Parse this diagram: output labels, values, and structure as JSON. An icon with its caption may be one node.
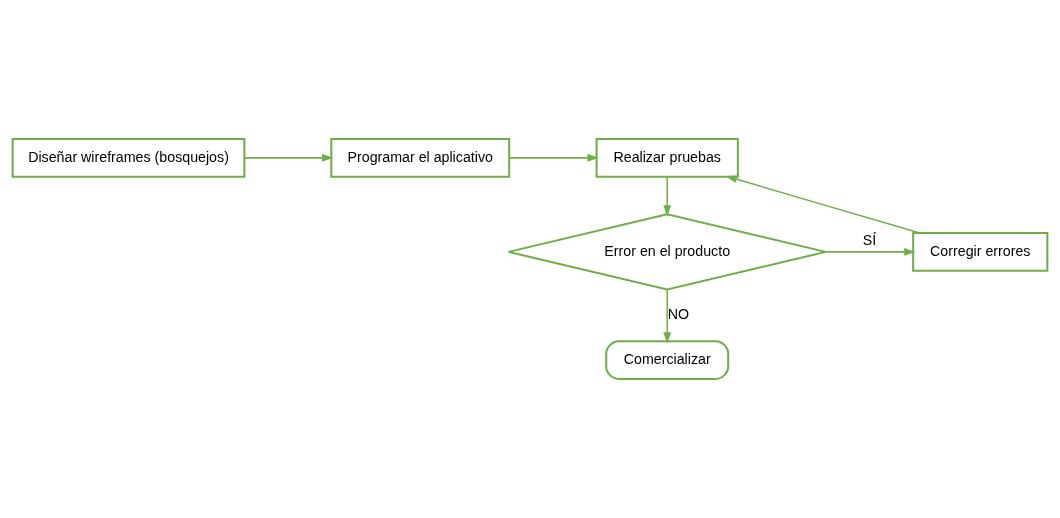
{
  "diagram": {
    "nodes": [
      {
        "text": [
          "Diseñar wireframes (bosquejos)"
        ]
      },
      {
        "text": [
          "Programar el aplicativo"
        ]
      },
      {
        "text": [
          "Realizar pruebas"
        ]
      },
      {
        "text": [
          "Error en el producto"
        ]
      },
      {
        "text": [
          "Corregir errores"
        ]
      },
      {
        "text": [
          "Comercializar"
        ]
      }
    ],
    "edges": [
      {
        "from": 0,
        "to": 1,
        "arrow": "to"
      },
      {
        "from": 1,
        "to": 2,
        "arrow": "to"
      },
      {
        "from": 2,
        "to": 3,
        "arrow": "to"
      },
      {
        "from": 3,
        "to": 4,
        "arrow": "to",
        "label": "SÍ"
      },
      {
        "from": 4,
        "to": 2,
        "arrow": "to"
      },
      {
        "from": 3,
        "to": 5,
        "arrow": "to",
        "label": "NO"
      }
    ]
  }
}
